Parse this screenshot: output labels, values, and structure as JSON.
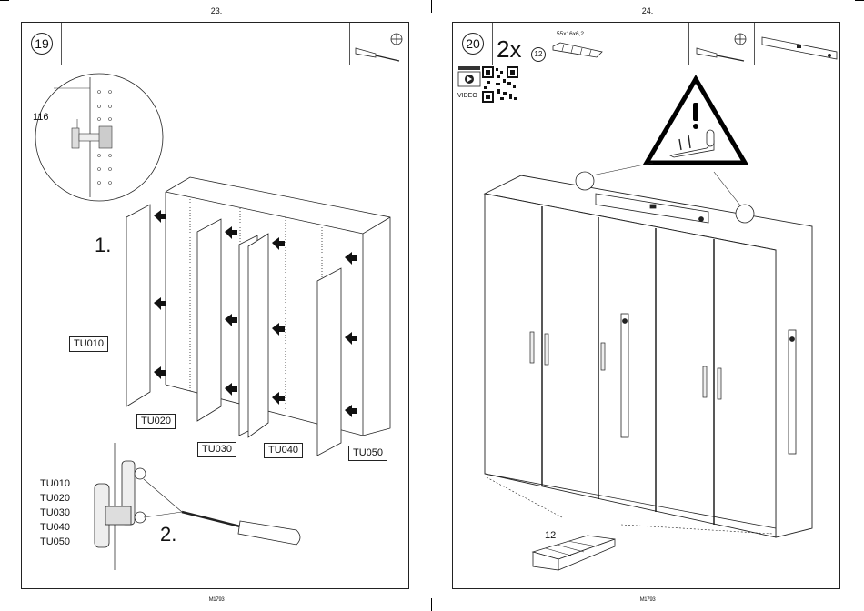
{
  "left_page": {
    "page_number": "23.",
    "step_number": "19",
    "tool_icon": "phillips-screwdriver-icon",
    "detail_callout": "116",
    "action_labels": [
      "1.",
      "2."
    ],
    "door_labels": [
      "TU010",
      "TU020",
      "TU030",
      "TU040",
      "TU050"
    ],
    "door_list": [
      "TU010",
      "TU020",
      "TU030",
      "TU040",
      "TU050"
    ],
    "footer": "M1793"
  },
  "right_page": {
    "page_number": "24.",
    "step_number": "20",
    "quantity": "2x",
    "part_number": "12",
    "part_dimensions": "55x16x6,2",
    "tool_icons": [
      "phillips-screwdriver-icon",
      "spirit-level-icon"
    ],
    "video_label": "VIDEO",
    "part_callout": "12",
    "footer": "M1793"
  },
  "colors": {
    "ink": "#111111",
    "paper": "#ffffff",
    "warning": "#000000"
  }
}
